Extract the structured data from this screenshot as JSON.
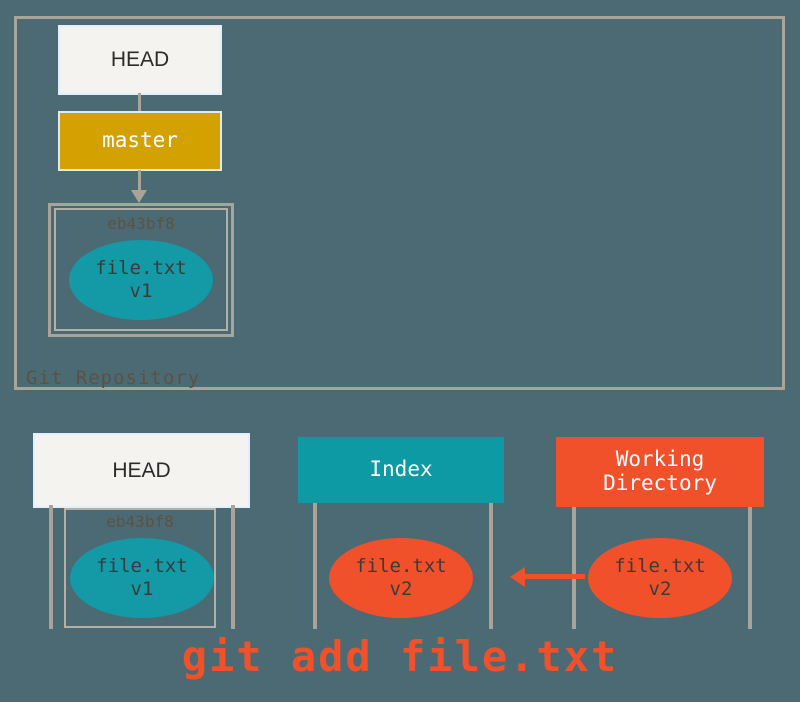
{
  "diagram": {
    "type": "git-staging-diagram",
    "background_color": "#4c6a73",
    "caption": "git add file.txt"
  },
  "repository": {
    "label": "Git Repository",
    "head": {
      "label": "HEAD"
    },
    "branch": {
      "label": "master"
    },
    "commit": {
      "id": "eb43bf8",
      "file_name": "file.txt",
      "version": "v1"
    }
  },
  "areas": {
    "head": {
      "label": "HEAD",
      "commit_id": "eb43bf8",
      "file_name": "file.txt",
      "version": "v1"
    },
    "index": {
      "label": "Index",
      "file_name": "file.txt",
      "version": "v2"
    },
    "working_directory": {
      "label_line1": "Working",
      "label_line2": "Directory",
      "file_name": "file.txt",
      "version": "v2"
    }
  },
  "colors": {
    "background": "#4c6a73",
    "head_box": "#f5f3ef",
    "master_box": "#d4a200",
    "index_box": "#0d9aa5",
    "workdir_box": "#f0512a",
    "teal_node": "#1499a6",
    "orange_node": "#f0512a",
    "border": "#a9a499",
    "command_text": "#f0512a"
  },
  "arrows": {
    "head_to_master": "arrow-down",
    "master_to_commit": "arrow-down",
    "workdir_to_index": "arrow-left"
  }
}
